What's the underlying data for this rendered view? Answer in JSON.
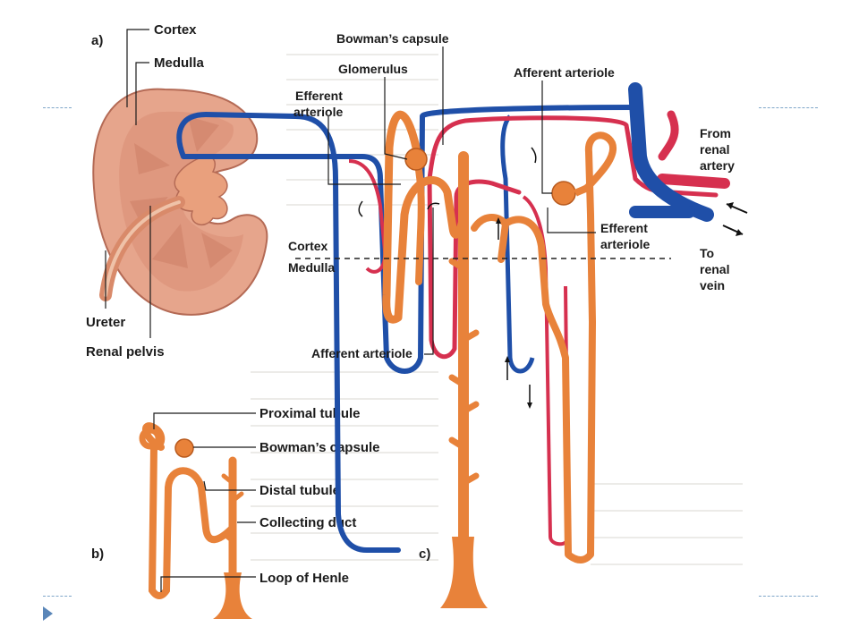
{
  "panel_a": {
    "letter": "a)",
    "labels": {
      "cortex": "Cortex",
      "medulla": "Medulla",
      "ureter": "Ureter",
      "renal_pelvis": "Renal pelvis"
    }
  },
  "panel_b": {
    "letter": "b)",
    "labels": {
      "proximal_tubule": "Proximal tubule",
      "bowmans_capsule": "Bowman’s capsule",
      "distal_tubule": "Distal tubule",
      "collecting_duct": "Collecting duct",
      "loop_of_henle": "Loop of Henle"
    }
  },
  "panel_c": {
    "letter": "c)",
    "labels": {
      "bowmans_capsule": "Bowman’s capsule",
      "glomerulus": "Glomerulus",
      "efferent_arteriole_top_1": "Efferent",
      "efferent_arteriole_top_2": "arteriole",
      "afferent_arteriole_top": "Afferent arteriole",
      "from_renal_artery_1": "From",
      "from_renal_artery_2": "renal",
      "from_renal_artery_3": "artery",
      "efferent_arteriole_right_1": "Efferent",
      "efferent_arteriole_right_2": "arteriole",
      "to_renal_vein_1": "To",
      "to_renal_vein_2": "renal",
      "to_renal_vein_3": "vein",
      "cortex": "Cortex",
      "medulla": "Medulla",
      "afferent_arteriole_bottom": "Afferent arteriole"
    }
  },
  "colors": {
    "tubule": "#e8823a",
    "tubule_dark": "#b85a1e",
    "artery": "#d6304f",
    "vein": "#1f4fa8",
    "kidney": "#e6a58c",
    "kidney_dark": "#c97a62",
    "slide_accent": "#5a86b8"
  }
}
